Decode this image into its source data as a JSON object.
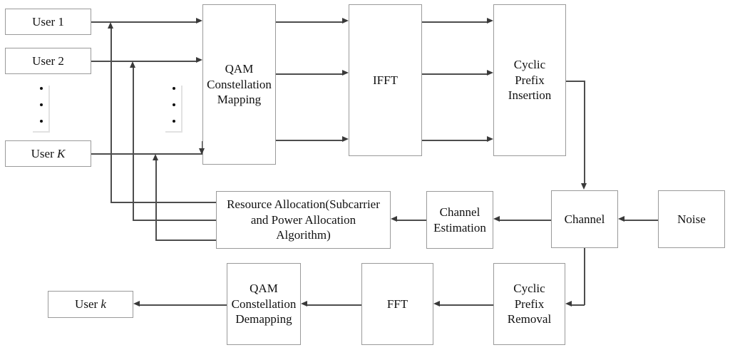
{
  "diagram": {
    "title": "OFDMA transceiver block diagram with resource allocation feedback",
    "line_color": "#4d4d4d",
    "box_border_color": "#9a9a9a",
    "background": "#ffffff"
  },
  "blocks": {
    "user1": "User 1",
    "user2": "User 2",
    "userK_prefix": "User ",
    "userK_index": "K",
    "qam_mapping": "QAM\nConstellation\nMapping",
    "qam_mapping_lines": [
      "QAM",
      "Constellation",
      "Mapping"
    ],
    "ifft": "IFFT",
    "cp_insertion_lines": [
      "Cyclic",
      "Prefix",
      "Insertion"
    ],
    "resource_allocation_lines": [
      "Resource Allocation(Subcarrier",
      "and Power Allocation",
      "Algorithm)"
    ],
    "channel_estimation_lines": [
      "Channel",
      "Estimation"
    ],
    "channel": "Channel",
    "noise": "Noise",
    "cp_removal_lines": [
      "Cyclic",
      "Prefix",
      "Removal"
    ],
    "fft": "FFT",
    "qam_demapping_lines": [
      "QAM",
      "Constellation",
      "Demapping"
    ],
    "userk_prefix": "User ",
    "userk_index": "k"
  },
  "ellipsis": {
    "glyph": "•",
    "count": 3
  }
}
